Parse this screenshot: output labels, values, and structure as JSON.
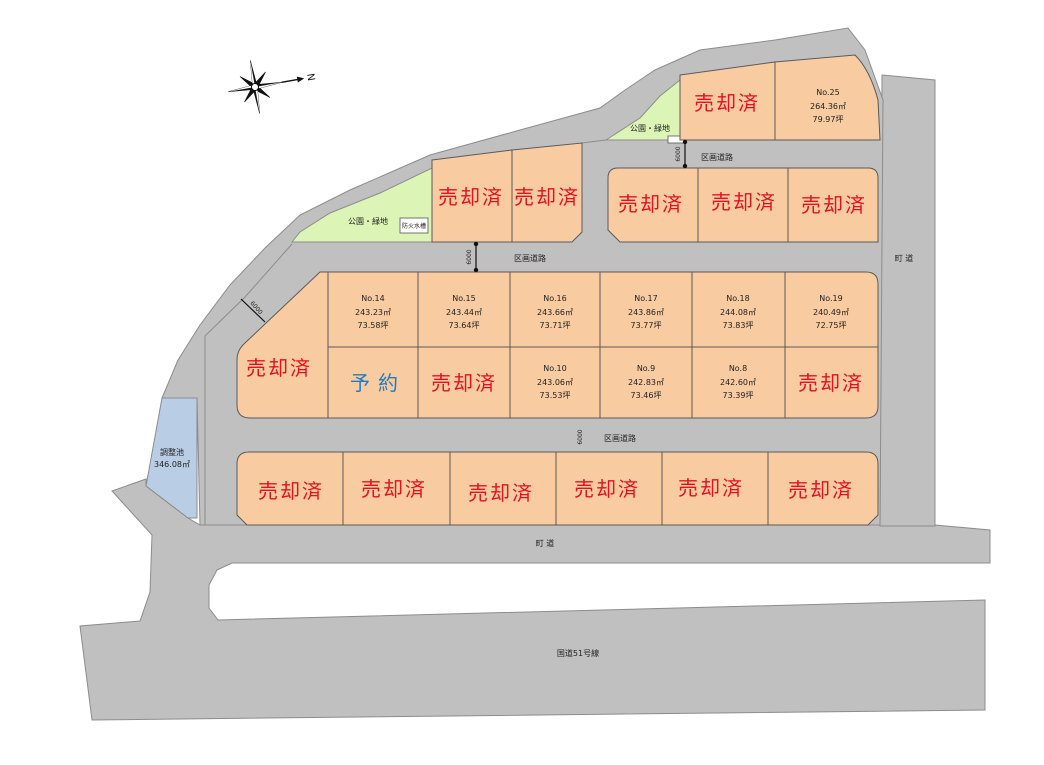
{
  "compass": {
    "north_label": "N"
  },
  "parks": {
    "park_west_label": "公園・緑地",
    "park_north_label": "公園・緑地",
    "fire_tank_label": "防火水槽"
  },
  "pond": {
    "name": "調整池",
    "area": "346.08㎡"
  },
  "roads": {
    "block_road_north": "区画道路",
    "block_road_middle": "区画道路",
    "block_road_south": "区画道路",
    "width_north": "6000",
    "width_middle": "6000",
    "width_west": "6000",
    "width_south": "6000",
    "town_road_east": "町 道",
    "town_road_south": "町 道",
    "national_road": "国道51号線"
  },
  "lots": [
    {
      "status": "売却済"
    },
    {
      "no": "No.25",
      "area": "264.36㎡",
      "tsubo": "79.97坪"
    },
    {
      "status": "売却済"
    },
    {
      "status": "売却済"
    },
    {
      "status": "売却済"
    },
    {
      "status": "売却済"
    },
    {
      "status": "売却済"
    },
    {
      "status": "売却済"
    },
    {
      "no": "No.14",
      "area": "243.23㎡",
      "tsubo": "73.58坪"
    },
    {
      "no": "No.15",
      "area": "243.44㎡",
      "tsubo": "73.64坪"
    },
    {
      "no": "No.16",
      "area": "243.66㎡",
      "tsubo": "73.71坪"
    },
    {
      "no": "No.17",
      "area": "243.86㎡",
      "tsubo": "73.77坪"
    },
    {
      "no": "No.18",
      "area": "244.08㎡",
      "tsubo": "73.83坪"
    },
    {
      "no": "No.19",
      "area": "240.49㎡",
      "tsubo": "72.75坪"
    },
    {
      "status": "予約"
    },
    {
      "status": "売却済"
    },
    {
      "no": "No.10",
      "area": "243.06㎡",
      "tsubo": "73.53坪"
    },
    {
      "no": "No.9",
      "area": "242.83㎡",
      "tsubo": "73.46坪"
    },
    {
      "no": "No.8",
      "area": "242.60㎡",
      "tsubo": "73.39坪"
    },
    {
      "status": "売却済"
    },
    {
      "status": "売却済"
    },
    {
      "status": "売却済"
    },
    {
      "status": "売却済"
    },
    {
      "status": "売却済"
    },
    {
      "status": "売却済"
    },
    {
      "status": "売却済"
    }
  ],
  "colors": {
    "lot": "#F9CBA0",
    "park": "#DCF5B6",
    "road": "#C0C0C0",
    "pond": "#B9CDE5",
    "sold_text": "#E8101C",
    "reserved_text": "#1F7EC2"
  }
}
